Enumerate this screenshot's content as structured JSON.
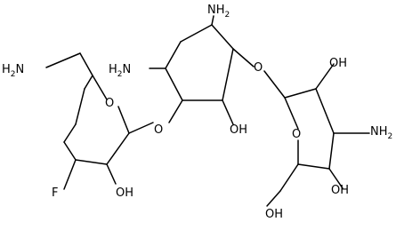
{
  "molecule": {
    "labels": {
      "nh2_top": {
        "text": "NH",
        "sub": "2"
      },
      "nh2_left": {
        "text": "H",
        "sub": "2",
        "tail": "N"
      },
      "nh2_aminomethyl": {
        "text": "H",
        "sub": "2",
        "tail": "N"
      },
      "nh2_right": {
        "text": "NH",
        "sub": "2"
      },
      "o_ring_left": {
        "text": "O"
      },
      "o_link_left": {
        "text": "O"
      },
      "o_link_right": {
        "text": "O"
      },
      "o_ring_right": {
        "text": "O"
      },
      "oh_center": {
        "text": "OH"
      },
      "oh_left": {
        "text": "OH"
      },
      "oh_right_top": {
        "text": "OH"
      },
      "oh_right_bottom": {
        "text": "OH"
      },
      "oh_bottom": {
        "text": "OH"
      },
      "f_left": {
        "text": "F"
      }
    }
  }
}
